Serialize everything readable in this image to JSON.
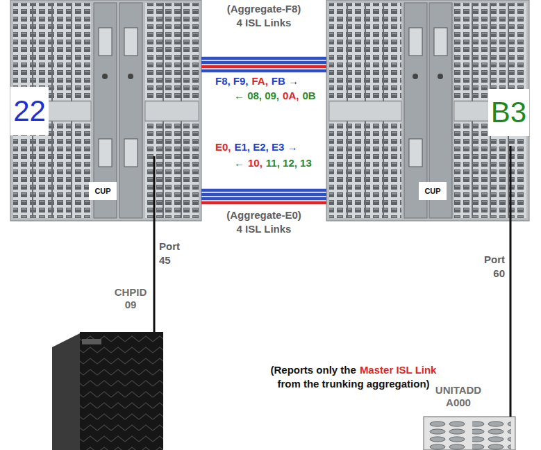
{
  "diagram": {
    "nodes": [
      {
        "text": [
          "22"
        ]
      },
      {
        "text": [
          "CUP"
        ],
        "in": 0
      },
      {
        "text": [
          "B3"
        ]
      },
      {
        "text": [
          "CUP"
        ],
        "in": 2
      },
      {
        "text": [
          "CHPID 09"
        ]
      },
      {
        "text": [
          "UNITADD A000"
        ]
      }
    ],
    "edges": [
      {
        "from": 0,
        "to": 2,
        "arrow": "none",
        "label": "(Aggregate-F8) 4 ISL Links"
      },
      {
        "from": 0,
        "to": 2,
        "arrow": "none",
        "label": "(Aggregate-E0) 4 ISL Links"
      },
      {
        "from": 0,
        "to": 4,
        "arrow": "none",
        "label": "Port 45"
      },
      {
        "from": 2,
        "to": 5,
        "arrow": "none",
        "label": "Port 60"
      }
    ],
    "labels": [
      "F8, F9,",
      "FA,",
      "FB →",
      "← 08, 09,",
      "0A,",
      "0B",
      "E0,",
      "E1, E2, E3 →",
      "←",
      "10,",
      "11, 12, 13",
      "(Reports only the",
      "Master ISL Link",
      "from the trunking aggregation)"
    ]
  }
}
